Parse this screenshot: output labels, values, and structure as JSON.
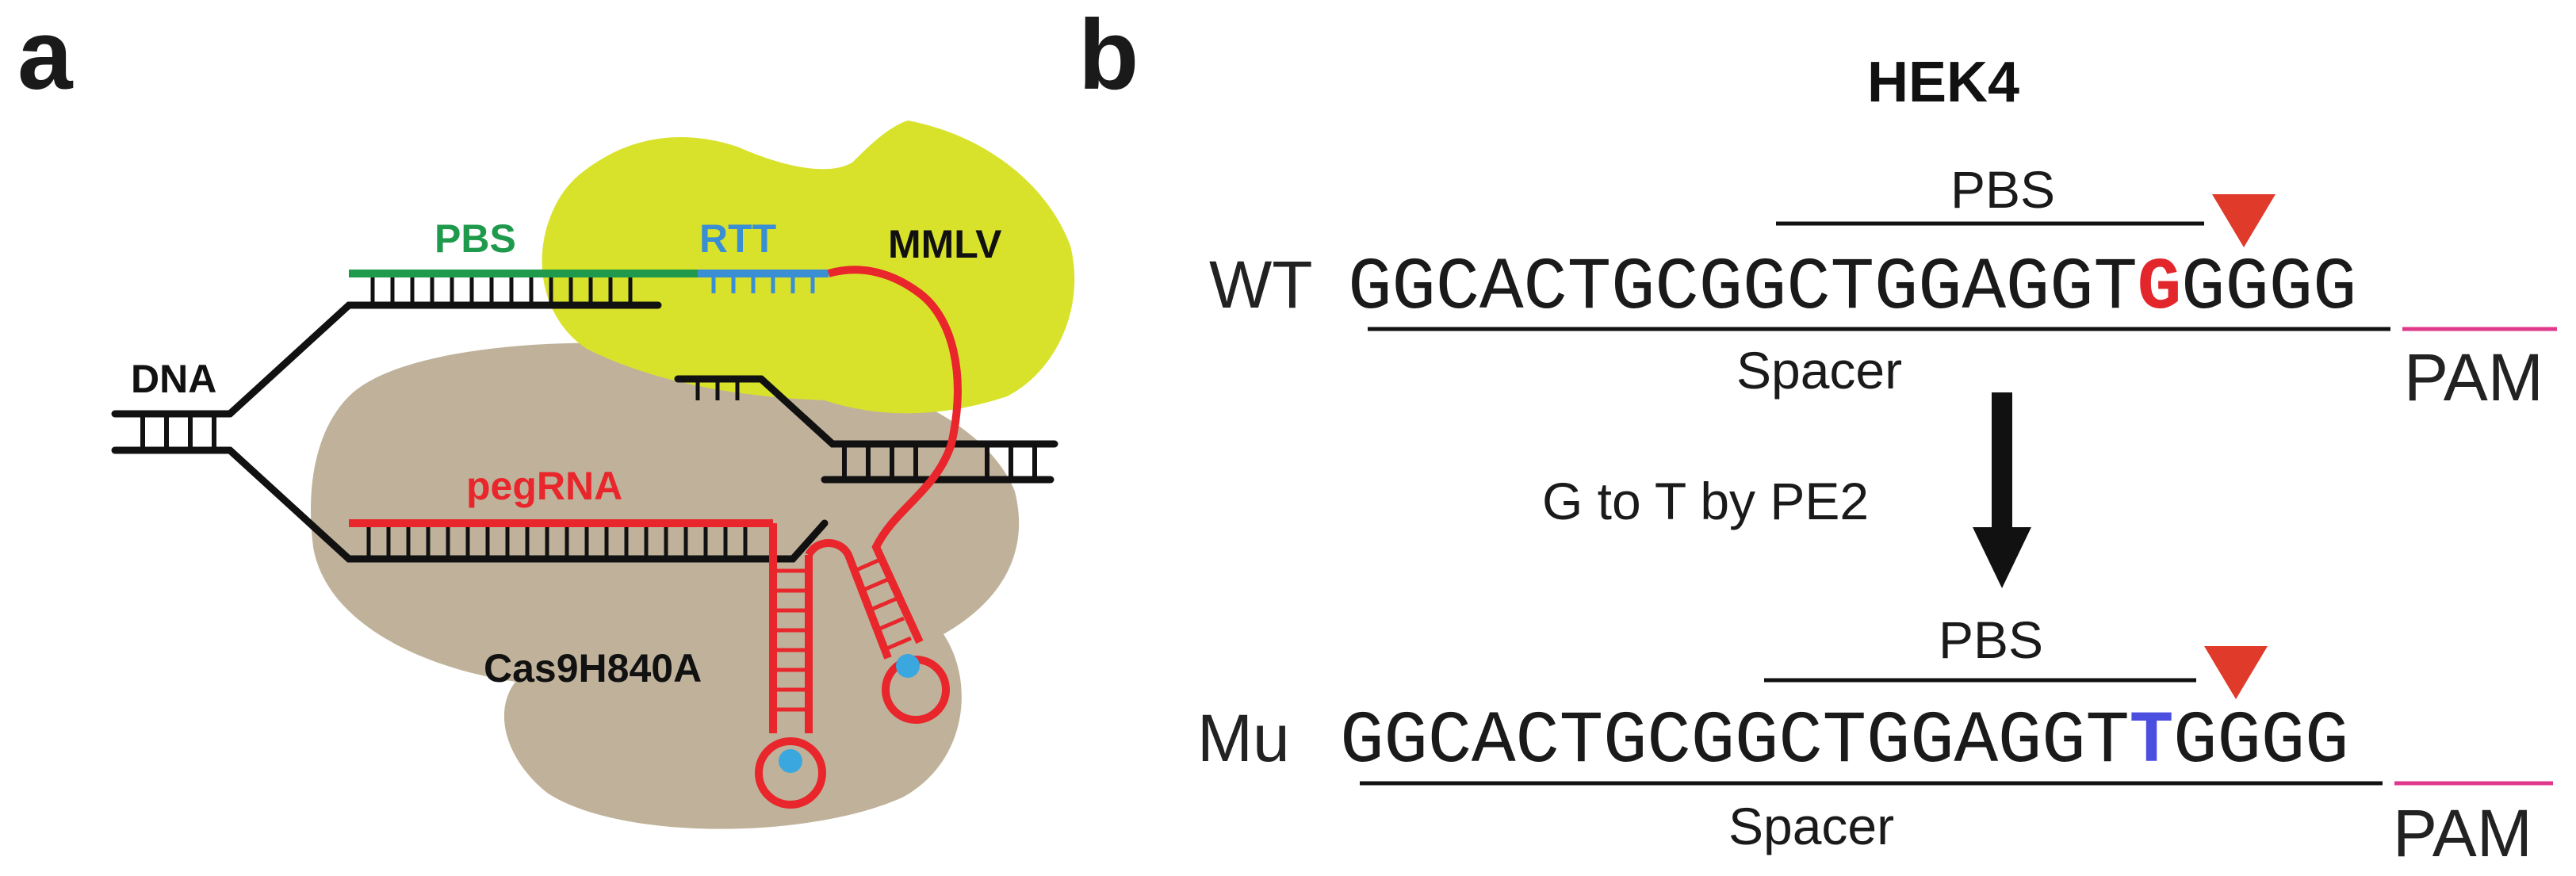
{
  "panel_a": {
    "letter": "a",
    "labels": {
      "pbs": "PBS",
      "rtt": "RTT",
      "mmlv": "MMLV",
      "dna": "DNA",
      "pegrna": "pegRNA",
      "cas9": "Cas9H840A"
    },
    "colors": {
      "pbs": "#1f9a4c",
      "rtt": "#3a8ed3",
      "pegrna": "#e8262b",
      "mmlv": "#d9e22b",
      "cas9": "#c0b29a",
      "dots": "#3aa7de",
      "dna": "#111111"
    }
  },
  "panel_b": {
    "letter": "b",
    "title": "HEK4",
    "wt": {
      "label": "WT",
      "seq_prefix": "GGCACTGCGGCTGGAGGT",
      "edit_base": "G",
      "seq_suffix": "GGGG",
      "edit_color": "#e3262b"
    },
    "mu": {
      "label": "Mu",
      "seq_prefix": "GGCACTGCGGCTGGAGGT",
      "edit_base": "T",
      "seq_suffix": "GGGG",
      "edit_color": "#4b4fe0"
    },
    "pbs_label": "PBS",
    "spacer_label": "Spacer",
    "pam_label": "PAM",
    "arrow_label": "G to T by PE2",
    "colors": {
      "cut_marker": "#e03a2a",
      "pam_line": "#e0388a"
    }
  }
}
